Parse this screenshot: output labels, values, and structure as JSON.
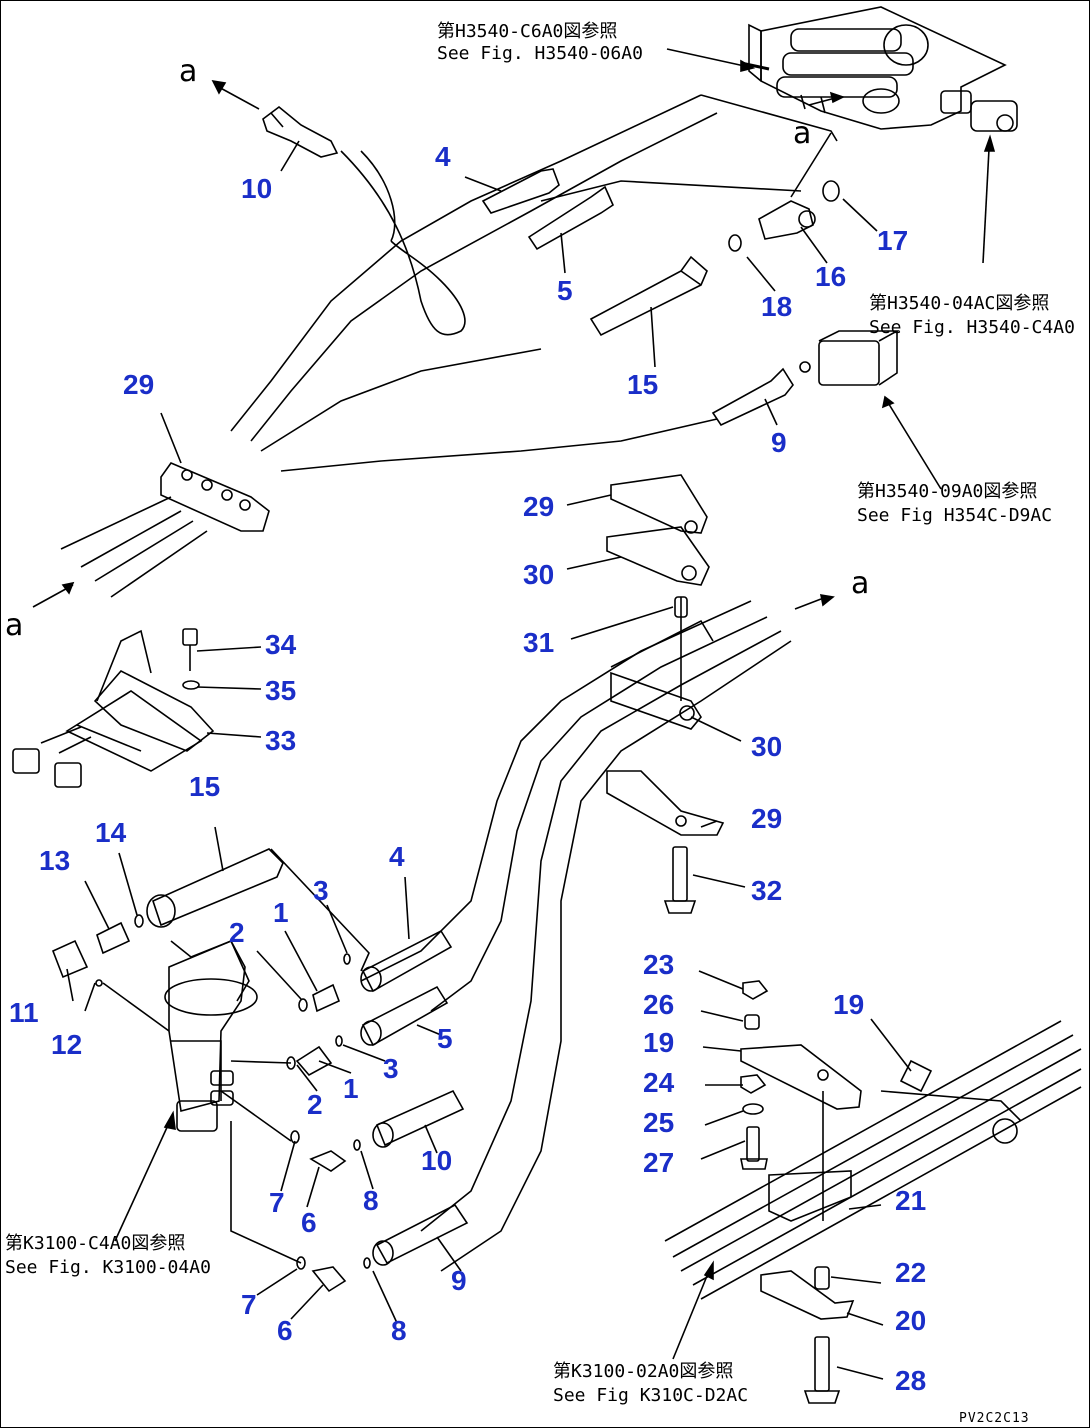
{
  "colors": {
    "callout": "#1a2ec8",
    "line": "#000000",
    "background": "#ffffff"
  },
  "references": {
    "top": {
      "jp": "第H3540-C6A0図参照",
      "en": "See Fig. H3540-06A0"
    },
    "right_upper": {
      "jp": "第H3540-04AC図参照",
      "en": "See Fig. H3540-C4A0"
    },
    "right_mid": {
      "jp": "第H3540-09A0図参照",
      "en": "See Fig H354C-D9AC"
    },
    "left_bottom": {
      "jp": "第K3100-C4A0図参照",
      "en": "See Fig. K3100-04A0"
    },
    "bottom_right": {
      "jp": "第K3100-02A0図参照",
      "en": "See Fig K310C-D2AC"
    }
  },
  "arrow_labels": [
    "a",
    "a",
    "a",
    "a"
  ],
  "callouts": [
    "10",
    "4",
    "5",
    "17",
    "16",
    "18",
    "15",
    "29",
    "9",
    "29",
    "30",
    "31",
    "34",
    "35",
    "33",
    "30",
    "29",
    "15",
    "14",
    "13",
    "4",
    "3",
    "1",
    "2",
    "32",
    "11",
    "12",
    "3",
    "1",
    "2",
    "5",
    "10",
    "7",
    "6",
    "8",
    "9",
    "7",
    "6",
    "8",
    "23",
    "26",
    "19",
    "19",
    "24",
    "25",
    "27",
    "21",
    "22",
    "20",
    "28"
  ],
  "drawing_code": "PV2C2C13"
}
